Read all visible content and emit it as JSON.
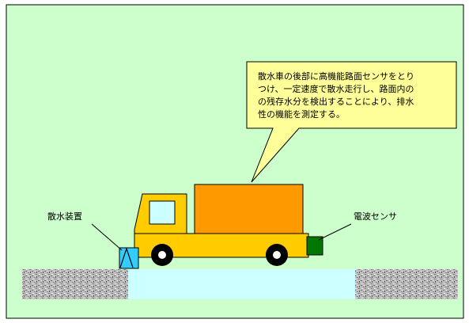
{
  "callout": {
    "lines": [
      "散水車の後部に高機能路面センサをとり",
      "つけ、一定速度で散水走行し、路面内の",
      "の残存水分を検出することにより、排水",
      "性の機能を測定する。"
    ]
  },
  "labels": {
    "sprinkler": "散水装置",
    "sensor": "電波センサ"
  },
  "colors": {
    "background": "#ccffcc",
    "truck_body": "#ffcc00",
    "cargo": "#ff9900",
    "sensor": "#007700",
    "sprinkler": "#33ccff",
    "wet_road": "#ccffff",
    "callout_fill": "#ffff99"
  }
}
